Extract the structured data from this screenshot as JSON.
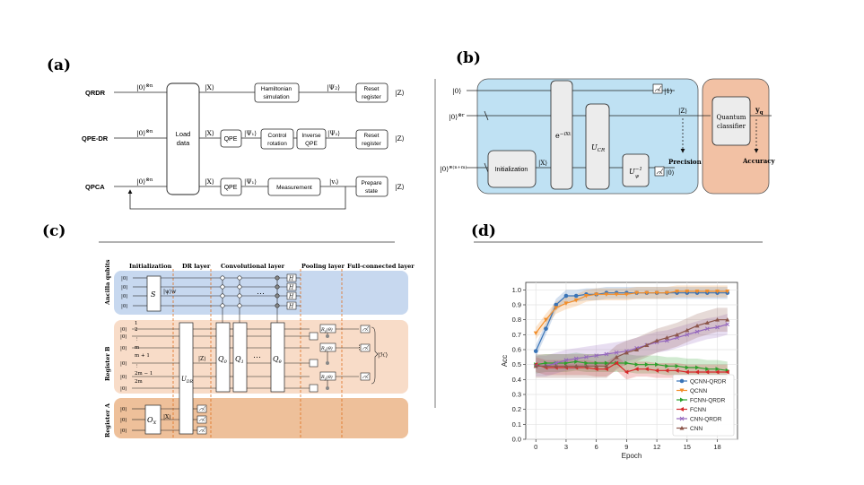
{
  "panels": {
    "a": "(a)",
    "b": "(b)",
    "c": "(c)",
    "d": "(d)"
  },
  "panel_a": {
    "rows": [
      "QRDR",
      "QPE-DR",
      "QPCA"
    ],
    "input_state": "|0⟩",
    "input_power": "⊗n",
    "load_data": [
      "Load",
      "data"
    ],
    "x_state": "|X⟩",
    "qpe": "QPE",
    "psi1": "|Ψ₁⟩",
    "psi2": "|Ψ₂⟩",
    "vi": "|vᵢ⟩",
    "z_state": "|Z⟩",
    "hamiltonian": [
      "Hamiltonian",
      "simulation"
    ],
    "control_rotation": [
      "Control",
      "rotation"
    ],
    "inverse_qpe": [
      "Inverse",
      "QPE"
    ],
    "measurement": "Measurement",
    "reset_register": [
      "Reset",
      "register"
    ],
    "prepare_state": [
      "Prepare",
      "state"
    ]
  },
  "panel_b": {
    "in1": "|0⟩",
    "in2": "|0⟩",
    "in2_power": "⊗r",
    "in3": "|0⟩",
    "in3_power": "⊗(n+m)",
    "initialization": "Initialization",
    "x_state": "|X⟩",
    "evolution": "e",
    "evolution_power": "−iXt",
    "ucr": "U",
    "ucr_sub": "CR",
    "upsi": "U",
    "upsi_sub": "ψ",
    "upsi_power": "−1",
    "out1": "|1⟩",
    "out3": "|0⟩",
    "z_state": "|Z⟩",
    "precision": "Precision",
    "classifier": [
      "Quantum",
      "classifier"
    ],
    "yq": "y",
    "yq_sub": "q",
    "accuracy": "Accuracy"
  },
  "panel_c": {
    "sections": [
      "Initialization",
      "DR layer",
      "Convolutional layer",
      "Pooling layer",
      "Full-connected layer"
    ],
    "register_labels": [
      "Ancilla qubits",
      "Register B",
      "Register A"
    ],
    "ket0": "|0⟩",
    "s_gate": "S",
    "psi_w": "|ψ⟩w",
    "h_gate": "H",
    "b_labels": [
      "1",
      "2",
      "⋮",
      "m",
      "m + 1",
      "⋮",
      "2m − 1",
      "2m"
    ],
    "u_dr": "U",
    "u_dr_sub": "DR",
    "z_state": "|Z⟩",
    "q_gates": [
      "Q",
      "Q",
      "Q"
    ],
    "q_subs": [
      "0",
      "1",
      "θ"
    ],
    "dots": "⋯",
    "ry": [
      "R",
      "R",
      "R"
    ],
    "ry_arg": "(θ)",
    "ry_subs": [
      "y",
      "y",
      "y"
    ],
    "h_state": "|ℋ⟩",
    "ox": "O",
    "ox_sub": "X",
    "x_state": "|X⟩"
  },
  "chart_data": {
    "type": "line",
    "xlabel": "Epoch",
    "ylabel": "Acc",
    "x": [
      0,
      1,
      2,
      3,
      4,
      5,
      6,
      7,
      8,
      9,
      10,
      11,
      12,
      13,
      14,
      15,
      16,
      17,
      18,
      19
    ],
    "xticks": [
      "0",
      "3",
      "6",
      "9",
      "12",
      "15",
      "18"
    ],
    "yticks": [
      "0.0",
      "0.1",
      "0.2",
      "0.3",
      "0.4",
      "0.5",
      "0.6",
      "0.7",
      "0.8",
      "0.9",
      "1.0"
    ],
    "xlim": [
      -1,
      20
    ],
    "ylim": [
      0.0,
      1.05
    ],
    "grid": true,
    "legend_position": "lower-right",
    "series": [
      {
        "name": "QCNN-QRDR",
        "color": "#3a74b7",
        "marker": "o",
        "values": [
          0.59,
          0.74,
          0.9,
          0.96,
          0.96,
          0.97,
          0.97,
          0.98,
          0.98,
          0.98,
          0.98,
          0.98,
          0.98,
          0.98,
          0.98,
          0.98,
          0.98,
          0.98,
          0.98,
          0.98
        ],
        "band": 0.04
      },
      {
        "name": "QCNN",
        "color": "#f28e2b",
        "marker": "v",
        "values": [
          0.71,
          0.8,
          0.88,
          0.91,
          0.93,
          0.96,
          0.97,
          0.97,
          0.97,
          0.97,
          0.98,
          0.98,
          0.98,
          0.98,
          0.99,
          0.99,
          0.99,
          0.99,
          0.99,
          0.99
        ],
        "band": 0.04
      },
      {
        "name": "FCNN-QRDR",
        "color": "#2ca02c",
        "marker": ">",
        "values": [
          0.5,
          0.51,
          0.51,
          0.51,
          0.52,
          0.51,
          0.51,
          0.51,
          0.51,
          0.51,
          0.5,
          0.5,
          0.5,
          0.49,
          0.49,
          0.48,
          0.48,
          0.47,
          0.47,
          0.46
        ],
        "band": 0.06
      },
      {
        "name": "FCNN",
        "color": "#d62728",
        "marker": "<",
        "values": [
          0.5,
          0.48,
          0.48,
          0.48,
          0.48,
          0.48,
          0.47,
          0.47,
          0.51,
          0.45,
          0.47,
          0.47,
          0.46,
          0.46,
          0.46,
          0.45,
          0.45,
          0.45,
          0.45,
          0.45
        ],
        "band": 0.05
      },
      {
        "name": "CNN-QRDR",
        "color": "#9467bd",
        "marker": "x",
        "values": [
          0.49,
          0.49,
          0.51,
          0.53,
          0.54,
          0.55,
          0.56,
          0.57,
          0.58,
          0.59,
          0.61,
          0.63,
          0.65,
          0.66,
          0.68,
          0.7,
          0.72,
          0.74,
          0.75,
          0.77
        ],
        "band": 0.07
      },
      {
        "name": "CNN",
        "color": "#8c564b",
        "marker": "^",
        "values": [
          0.49,
          0.49,
          0.49,
          0.49,
          0.49,
          0.49,
          0.49,
          0.49,
          0.55,
          0.58,
          0.6,
          0.63,
          0.66,
          0.68,
          0.7,
          0.73,
          0.76,
          0.78,
          0.8,
          0.8
        ],
        "band": 0.08
      }
    ]
  }
}
